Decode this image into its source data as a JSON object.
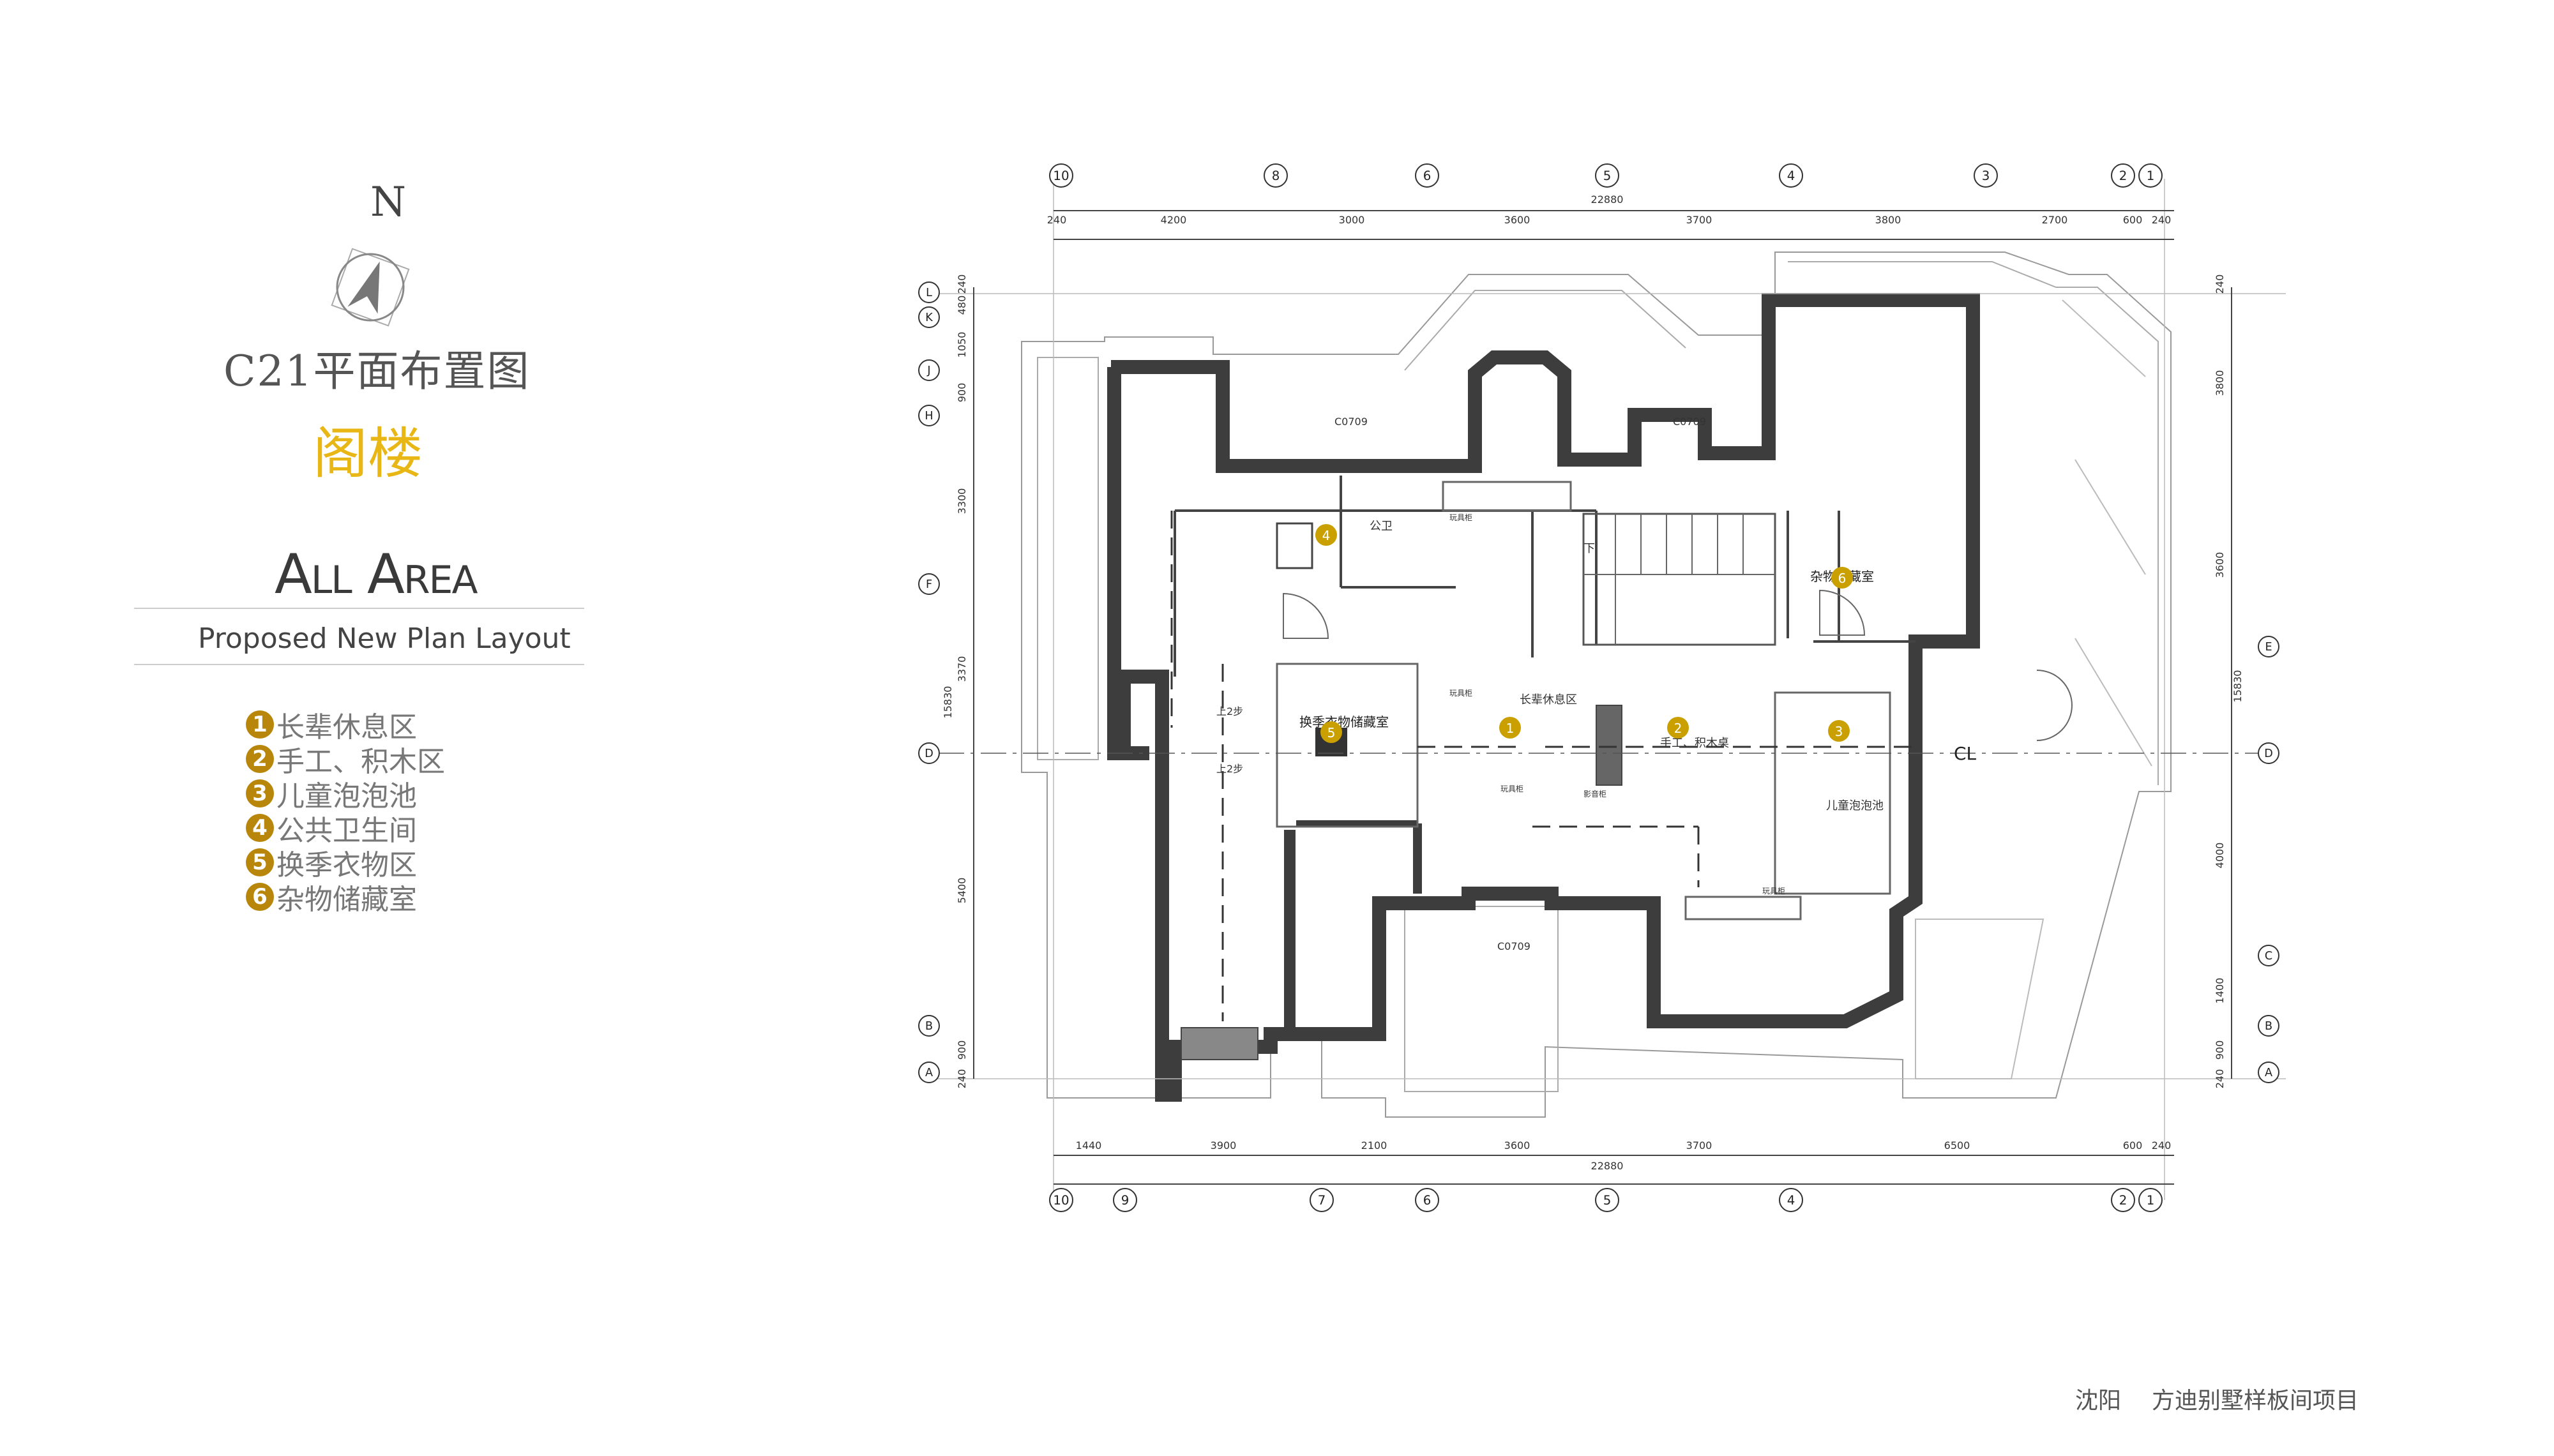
{
  "north": "N",
  "plan_title": "C21平面布置图",
  "floor_name": "阁楼",
  "area_title": "All Area",
  "area_subtitle": "Proposed New Plan Layout",
  "legend": [
    {
      "num": "1",
      "label": "长辈休息区"
    },
    {
      "num": "2",
      "label": "手工、积木区"
    },
    {
      "num": "3",
      "label": "儿童泡泡池"
    },
    {
      "num": "4",
      "label": "公共卫生间"
    },
    {
      "num": "5",
      "label": "换季衣物区"
    },
    {
      "num": "6",
      "label": "杂物储藏室"
    }
  ],
  "footer": {
    "city": "沈阳",
    "project": "方迪别墅样板间项目"
  },
  "accent_color": "#e8b716",
  "marker_color": "#c9a000",
  "wall_color": "#3d3d3d",
  "axes": {
    "top": [
      "10",
      "8",
      "6",
      "5",
      "4",
      "3",
      "2",
      "1"
    ],
    "bottom": [
      "10",
      "9",
      "7",
      "6",
      "5",
      "4",
      "2",
      "1"
    ],
    "left": [
      "L",
      "K",
      "J",
      "H",
      "F",
      "D",
      "B",
      "A"
    ],
    "right": [
      "E",
      "D",
      "C",
      "B",
      "A"
    ]
  },
  "dims": {
    "top": [
      "240",
      "4200",
      "3000",
      "3600",
      "3700",
      "3800",
      "2700",
      "600",
      "240"
    ],
    "top_total": "22880",
    "bottom": [
      "1440",
      "3900",
      "2100",
      "3600",
      "3700",
      "6500",
      "600",
      "240"
    ],
    "bottom_total": "22880",
    "left": [
      "240",
      "480",
      "1050",
      "900",
      "3300",
      "3370",
      "5400",
      "900",
      "240"
    ],
    "left_total": "15830",
    "right": [
      "240",
      "3800",
      "3600",
      "4000",
      "1400",
      "900",
      "240"
    ],
    "right_total": "15830"
  },
  "rooms": {
    "r1": "长辈休息区",
    "r2": "手工、积木桌",
    "r3": "儿童泡泡池",
    "r4": "公卫",
    "r5": "换季衣物储藏室",
    "r6": "杂物储藏室"
  },
  "windows": {
    "w1": "C0709",
    "w2": "C0709",
    "w3": "C0709"
  },
  "stair_label": "下",
  "centerline": "CL",
  "ramp_labels": [
    "上2步",
    "上2步"
  ],
  "small_labels": [
    "玩具柜",
    "玩具柜",
    "玩具柜",
    "玩具柜",
    "影音柜"
  ]
}
